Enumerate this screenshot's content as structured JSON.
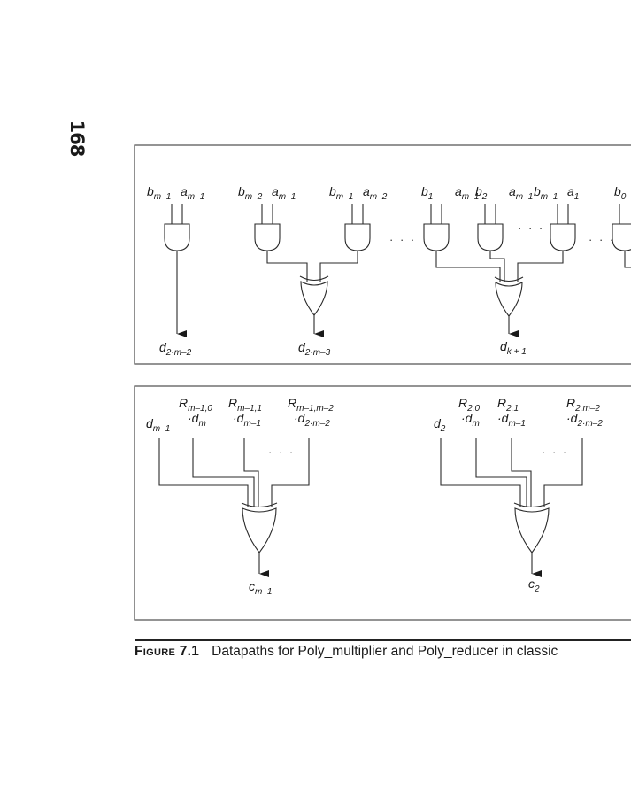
{
  "page_number": "168",
  "top_panel": {
    "gates": [
      {
        "inputs": [
          {
            "base": "b",
            "sub": "m–1"
          },
          {
            "base": "a",
            "sub": "m–1"
          }
        ]
      },
      {
        "inputs": [
          {
            "base": "b",
            "sub": "m–2"
          },
          {
            "base": "a",
            "sub": "m–1"
          }
        ]
      },
      {
        "inputs": [
          {
            "base": "b",
            "sub": "m–1"
          },
          {
            "base": "a",
            "sub": "m–2"
          }
        ]
      },
      {
        "inputs": [
          {
            "base": "b",
            "sub": "1"
          },
          {
            "base": "a",
            "sub": "m–1"
          }
        ]
      },
      {
        "inputs": [
          {
            "base": "b",
            "sub": "2"
          },
          {
            "base": "a",
            "sub": "m–1"
          }
        ]
      },
      {
        "inputs": [
          {
            "base": "b",
            "sub": "m–1"
          },
          {
            "base": "a",
            "sub": "1"
          }
        ]
      },
      {
        "inputs": [
          {
            "base": "b",
            "sub": "0"
          }
        ]
      }
    ],
    "outputs": [
      {
        "base": "d",
        "sub": "2·m–2"
      },
      {
        "base": "d",
        "sub": "2·m–3"
      },
      {
        "base": "d",
        "sub": "k + 1"
      }
    ],
    "ellipsis": "· · ·"
  },
  "bottom_panel": {
    "groups": [
      {
        "inputs": [
          {
            "line1_base": "d",
            "line1_sub": "m–1"
          },
          {
            "line1_base": "R",
            "line1_sub": "m–1,0",
            "line2_base": "·d",
            "line2_sub": "m"
          },
          {
            "line1_base": "R",
            "line1_sub": "m–1,1",
            "line2_base": "·d",
            "line2_sub": "m–1"
          },
          {
            "line1_base": "R",
            "line1_sub": "m–1,m–2",
            "line2_base": "·d",
            "line2_sub": "2·m–2"
          }
        ],
        "output": {
          "base": "c",
          "sub": "m–1"
        }
      },
      {
        "inputs": [
          {
            "line1_base": "d",
            "line1_sub": "2"
          },
          {
            "line1_base": "R",
            "line1_sub": "2,0",
            "line2_base": "·d",
            "line2_sub": "m"
          },
          {
            "line1_base": "R",
            "line1_sub": "2,1",
            "line2_base": "·d",
            "line2_sub": "m–1"
          },
          {
            "line1_base": "R",
            "line1_sub": "2,m–2",
            "line2_base": "·d",
            "line2_sub": "2·m–2"
          }
        ],
        "output": {
          "base": "c",
          "sub": "2"
        }
      }
    ],
    "ellipsis": "· · ·"
  },
  "caption": {
    "figure_label": "Figure 7.1",
    "text": "Datapaths for Poly_multiplier and Poly_reducer in classic"
  }
}
